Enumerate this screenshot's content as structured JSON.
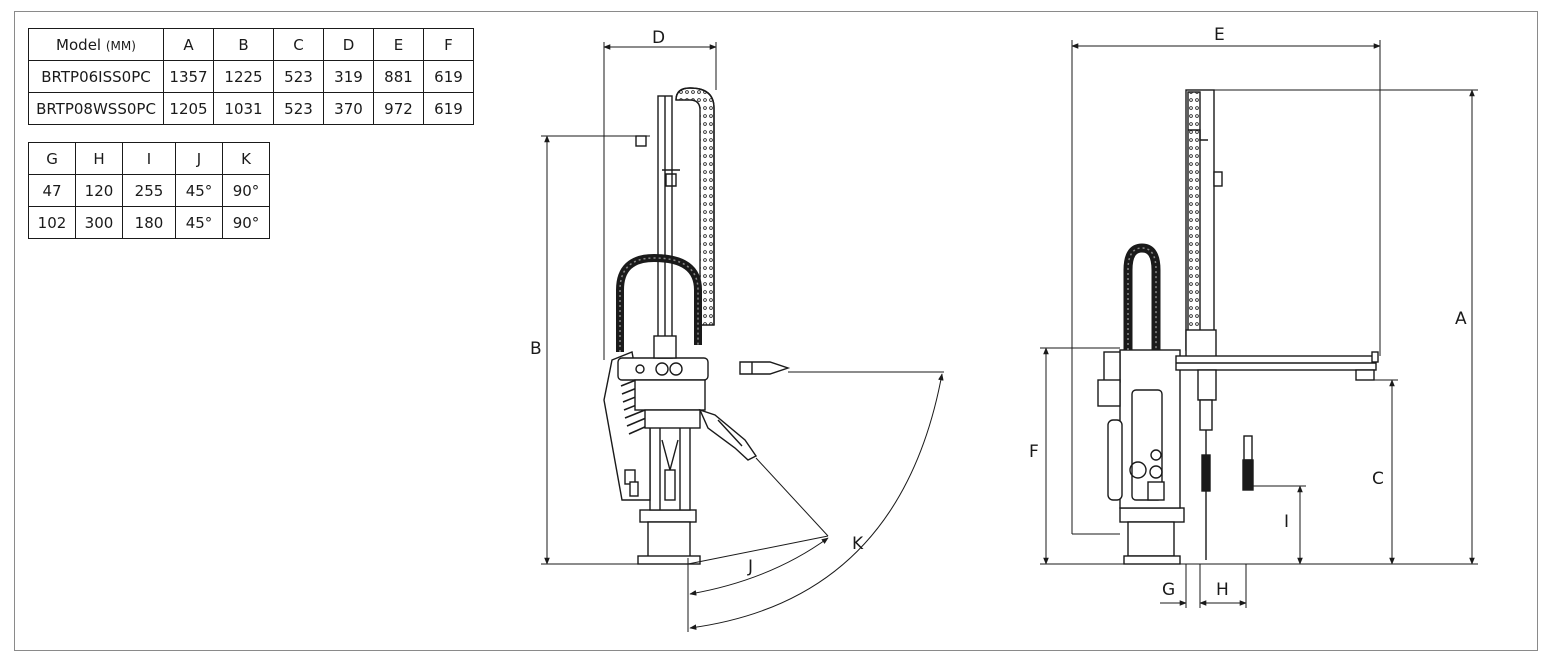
{
  "table1": {
    "header": {
      "model_label": "Model",
      "unit": "(MM)",
      "cols": [
        "A",
        "B",
        "C",
        "D",
        "E",
        "F"
      ]
    },
    "rows": [
      {
        "model": "BRTP06ISS0PC",
        "values": [
          "1357",
          "1225",
          "523",
          "319",
          "881",
          "619"
        ]
      },
      {
        "model": "BRTP08WSS0PC",
        "values": [
          "1205",
          "1031",
          "523",
          "370",
          "972",
          "619"
        ]
      }
    ]
  },
  "table2": {
    "header": [
      "G",
      "H",
      "I",
      "J",
      "K"
    ],
    "rows": [
      [
        "47",
        "120",
        "255",
        "45°",
        "90°"
      ],
      [
        "102",
        "300",
        "180",
        "45°",
        "90°"
      ]
    ]
  },
  "dimension_labels": {
    "A": "A",
    "B": "B",
    "C": "C",
    "D": "D",
    "E": "E",
    "F": "F",
    "G": "G",
    "H": "H",
    "I": "I",
    "J": "J",
    "K": "K"
  },
  "colors": {
    "line": "#1a1a1a",
    "frame": "#8a8a8a"
  }
}
